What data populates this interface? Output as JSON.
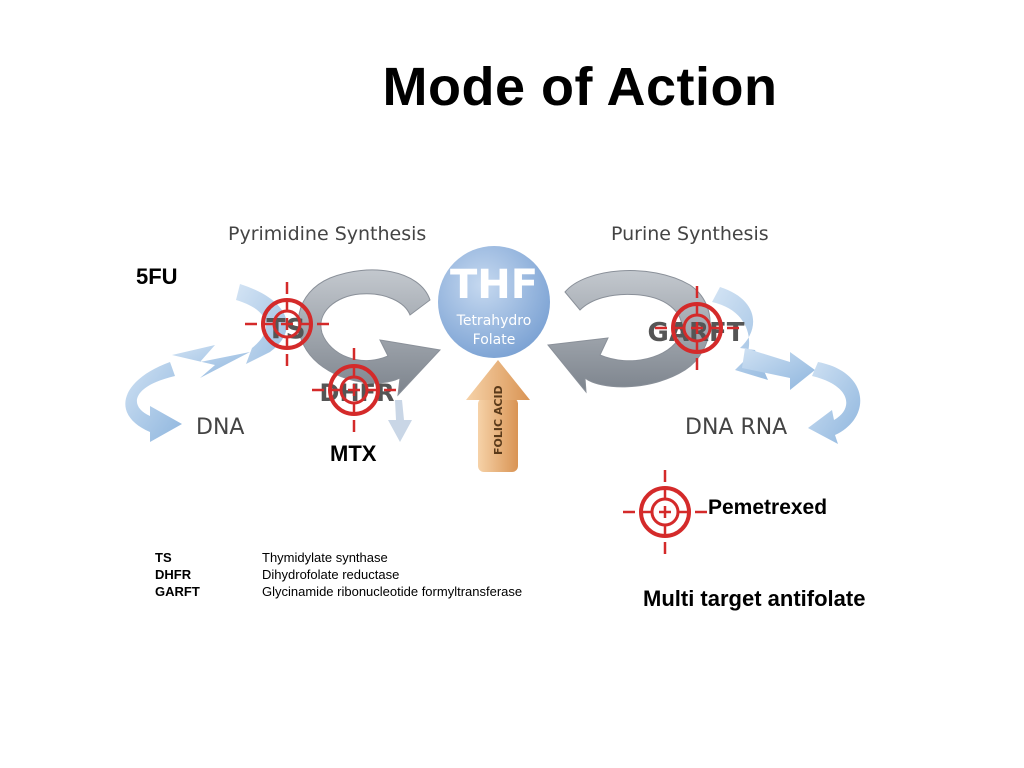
{
  "title": "Mode of Action",
  "diagram": {
    "pyrimidine_label": "Pyrimidine Synthesis",
    "purine_label": "Purine Synthesis",
    "thf_label": "THF",
    "thf_sub1": "Tetrahydro",
    "thf_sub2": "Folate",
    "folic_acid_label": "FOLIC ACID",
    "ts_label": "TS",
    "dhfr_label": "DHFR",
    "garft_label": "GARFT",
    "dna_left": "DNA",
    "dna_rna_right": "DNA RNA"
  },
  "labels": {
    "fu": "5FU",
    "mtx": "MTX",
    "pemetrexed": "Pemetrexed",
    "multi": "Multi target antifolate"
  },
  "legend": [
    {
      "abbr": "TS",
      "desc": "Thymidylate synthase"
    },
    {
      "abbr": "DHFR",
      "desc": "Dihydrofolate reductase"
    },
    {
      "abbr": "GARFT",
      "desc": "Glycinamide ribonucleotide formyltransferase"
    }
  ],
  "colors": {
    "target_red": "#d42a2a",
    "thf_blue": "#8fb3df",
    "arrow_blue": "#a9c8e8",
    "cycle_gray": "#9aa1aa",
    "folic_orange": "#eab27a"
  }
}
